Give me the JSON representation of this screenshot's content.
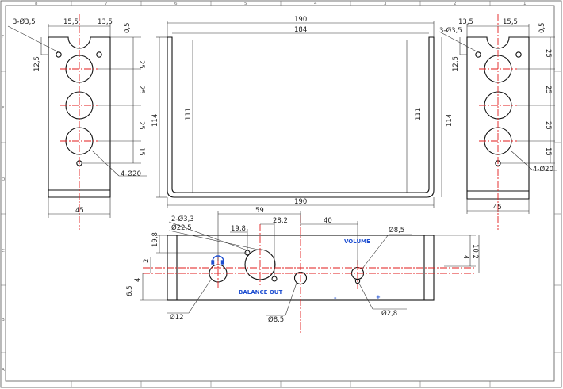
{
  "border": {
    "columns": [
      "8",
      "7",
      "6",
      "5",
      "4",
      "3",
      "2",
      "1"
    ],
    "rows": [
      "F",
      "E",
      "D",
      "C",
      "B",
      "A"
    ]
  },
  "left_view": {
    "holes_small": "3-Ø3,5",
    "dim_left": "15,5",
    "dim_right": "13,5",
    "dim_top": "0,5",
    "dim_side": "12,5",
    "pitch1": "25",
    "pitch2": "25",
    "pitch3": "25",
    "pitch_small": "15",
    "holes_big": "4-Ø20",
    "width": "45"
  },
  "right_view": {
    "holes_small": "3-Ø3,5",
    "dim_left": "13,5",
    "dim_right": "15,5",
    "dim_top": "0,5",
    "dim_side": "12,5",
    "pitch1": "25",
    "pitch2": "25",
    "pitch3": "25",
    "pitch_small": "15",
    "holes_big": "4-Ø20",
    "width": "45"
  },
  "u_channel": {
    "outer_width": "190",
    "inner_width": "184",
    "height": "114",
    "inner_height_left": "111",
    "inner_height_right": "111",
    "bottom_width": "190"
  },
  "front_panel": {
    "dim_59": "59",
    "dim_40": "40",
    "dim_28": "28,2",
    "dim_19_8a": "19,8",
    "dim_19_8b": "19,8",
    "holes_3_3": "2-Ø3,3",
    "xlr_dia": "Ø22,5",
    "pot_dia": "Ø8,5",
    "dim_2": "2",
    "dim_4_left": "4",
    "dim_6_5": "6,5",
    "dim_4_right": "4",
    "dim_10_2": "10,2",
    "jack_dia": "Ø12",
    "mid_dia": "Ø8,5",
    "led_dia": "Ø2,8",
    "label_balance": "BALANCE OUT",
    "label_volume": "VOLUME",
    "label_minus": "–",
    "label_plus": "+"
  },
  "colors": {
    "centerline": "#e21b1b",
    "label_blue": "#1f4fd1",
    "outline": "#111111"
  }
}
